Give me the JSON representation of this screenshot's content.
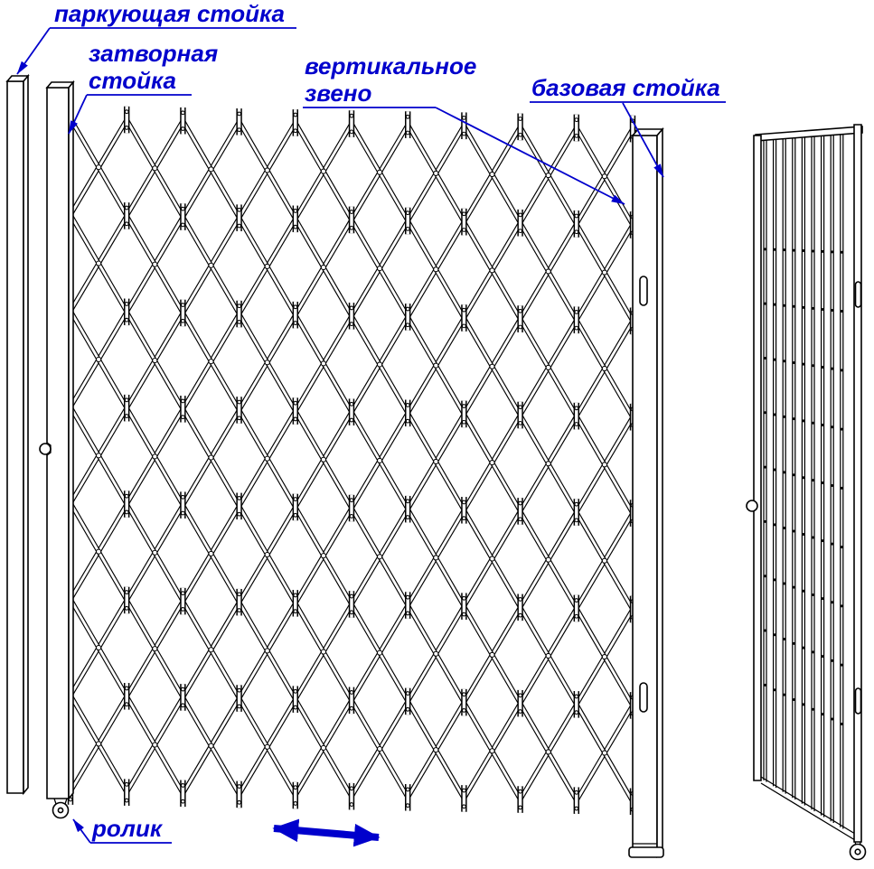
{
  "diagram": {
    "labels": {
      "parking_post": "паркующая стойка",
      "closing_post_line1": "затворная",
      "closing_post_line2": "стойка",
      "vertical_link_line1": "вертикальное",
      "vertical_link_line2": "звено",
      "base_post": "базовая стойка",
      "roller": "ролик"
    },
    "colors": {
      "label": "#0000cc",
      "line": "#000000",
      "background": "#ffffff"
    }
  }
}
